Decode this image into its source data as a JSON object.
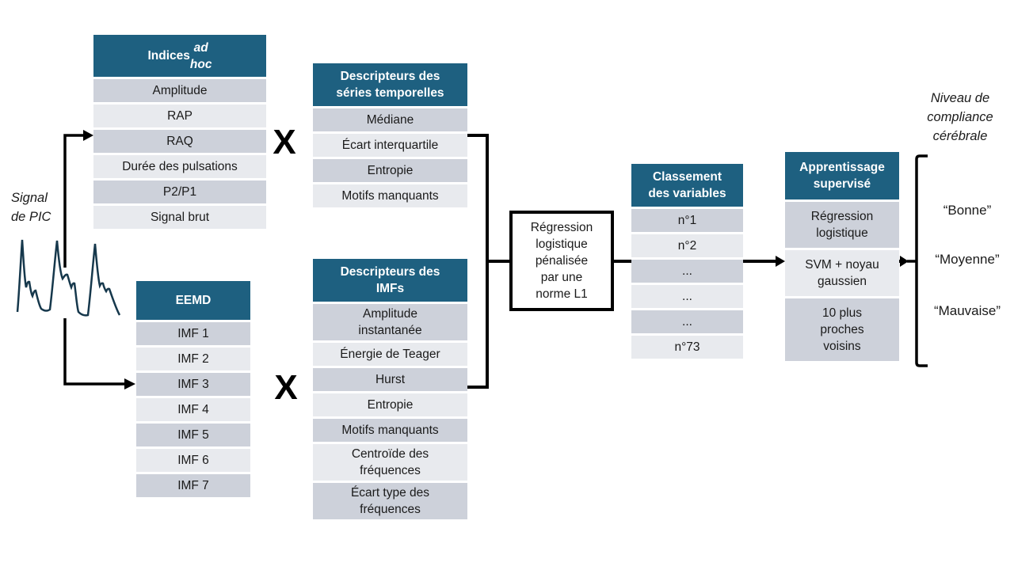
{
  "signal": {
    "label": "Signal\nde PIC"
  },
  "multiply_symbol": "X",
  "tables": {
    "indices": {
      "header_prefix": "Indices ",
      "header_em": "ad\nhoc",
      "rows": [
        "Amplitude",
        "RAP",
        "RAQ",
        "Durée des pulsations",
        "P2/P1",
        "Signal brut"
      ]
    },
    "series": {
      "header": "Descripteurs des\nséries temporelles",
      "rows": [
        "Médiane",
        "Écart interquartile",
        "Entropie",
        "Motifs manquants"
      ]
    },
    "eemd": {
      "header": "EEMD",
      "rows": [
        "IMF 1",
        "IMF 2",
        "IMF 3",
        "IMF 4",
        "IMF 5",
        "IMF 6",
        "IMF 7"
      ]
    },
    "imfs": {
      "header": "Descripteurs des\nIMFs",
      "rows": [
        "Amplitude\ninstantanée",
        "Énergie de Teager",
        "Hurst",
        "Entropie",
        "Motifs manquants",
        "Centroïde des\nfréquences",
        "Écart type des\nfréquences"
      ]
    },
    "ranking": {
      "header": "Classement\ndes variables",
      "rows": [
        "n°1",
        "n°2",
        "...",
        "...",
        "...",
        "n°73"
      ]
    },
    "learning": {
      "header": "Apprentissage\nsupervisé",
      "rows": [
        "Régression\nlogistique",
        "SVM + noyau\ngaussien",
        "10 plus\nproches\nvoisins"
      ]
    }
  },
  "selection_box": {
    "text": "Régression\nlogistique\npénalisée\npar une\nnorme L1"
  },
  "output": {
    "title": "Niveau de\ncompliance\ncérébrale",
    "classes": [
      "“Bonne”",
      "“Moyenne”",
      "“Mauvaise”"
    ]
  },
  "colors": {
    "header_bg": "#1E6080",
    "row_dark": "#CDD1DA",
    "row_light": "#E8EAEE",
    "waveform": "#16384C",
    "connector": "#000000"
  }
}
